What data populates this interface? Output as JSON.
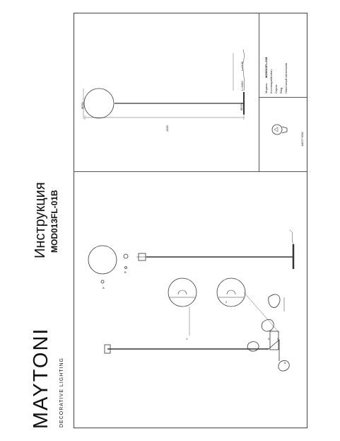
{
  "header": {
    "title": "Инструкция",
    "model": "MOD013FL-01B"
  },
  "brand": {
    "logo": "MAYTONI",
    "tagline": "DECORATIVE LIGHTING"
  },
  "specs": {
    "model_label": "Модель:",
    "model_value": "MOD013FL-01B",
    "collection_label": "Коллекция:",
    "collection_value": "Modern",
    "series_label": "Серия:",
    "series_value": "Ring",
    "type_value": "Напольный светильник",
    "bulb": "1xE27 60W"
  },
  "dimensions": {
    "globe": "Ø250",
    "base": "Ø220",
    "height": "1550",
    "cable": "L=1800",
    "cord": "L=1100"
  },
  "steps": [
    "1",
    "2",
    "3",
    "4",
    "5"
  ],
  "parts_labels": [
    "A",
    "B"
  ],
  "colors": {
    "line": "#444444",
    "text": "#111111",
    "background": "#ffffff"
  }
}
